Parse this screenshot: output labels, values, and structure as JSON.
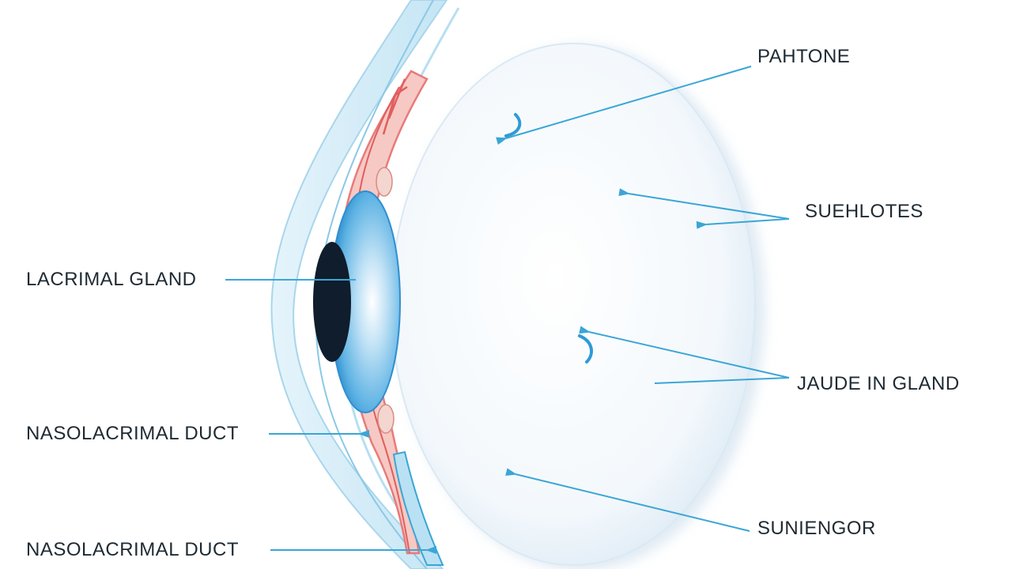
{
  "labels": {
    "parhtone": "PAHTONE",
    "suehlotes": "SUEHLOTES",
    "lacrimal_gland": "LACRIMAL GLAND",
    "jaude_in_gland": "JAUDE IN GLAND",
    "nasolacrimal_duct_upper": "NASOLACRIMAL DUCT",
    "nasolacrimal_duct_lower": "NASOLACRIMAL DUCT",
    "suniengor": "SUNIENGOR"
  },
  "colors": {
    "leader_line": "#3aa6d6",
    "label_text": "#1e2a33",
    "eyeball_fill": "#eef5fb",
    "iris": "#4aa8e0",
    "pupil": "#0f1d2c",
    "vessel_red": "#e97a7a",
    "eyelid_outline": "#9fd2ea"
  }
}
